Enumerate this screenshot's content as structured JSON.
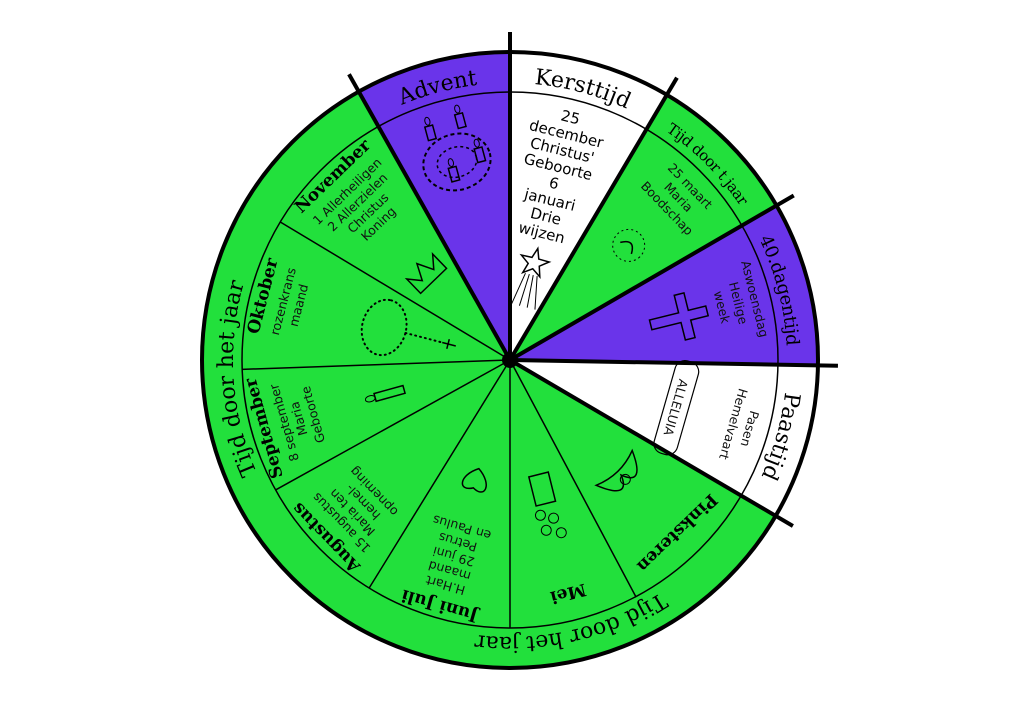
{
  "colors": {
    "green": "#22e03c",
    "purple": "#6a34ea",
    "white": "#ffffff",
    "line": "#000000"
  },
  "ring": {
    "advent": "Advent",
    "kersttijd": "Kersttijd",
    "tijd_door_t_jaar": "Tijd door t jaar",
    "veertigdagentijd": "40.dagentijd",
    "paastijd": "Paastijd",
    "tijd_door_het_jaar": "Tijd door het jaar"
  },
  "segments": {
    "kersttijd": {
      "lines": [
        "25",
        "december",
        "Christus'",
        "Geboorte",
        "6",
        "januari",
        "Drie",
        "wijzen"
      ]
    },
    "tijd_door_t_jaar": {
      "lines": [
        "25 maart",
        "Maria",
        "Boodschap"
      ]
    },
    "veertigdagentijd": {
      "lines": [
        "Aswoensdag",
        "Heilige",
        "week"
      ]
    },
    "paastijd": {
      "lines": [
        "Pasen",
        "Hemelvaart"
      ],
      "banner": "ALLELUIA"
    },
    "pinksteren": {
      "title": "Pinksteren",
      "lines": []
    },
    "mei": {
      "title": "Mei",
      "lines": []
    },
    "juni_juli": {
      "title": "Juni Juli",
      "lines": [
        "H.Hart",
        "maand",
        "29 juni",
        "Petrus",
        "en Paulus"
      ]
    },
    "augustus": {
      "title": "Augustus",
      "lines": [
        "15 augustus",
        "Maria ten",
        "hemel-",
        "opneming"
      ]
    },
    "september": {
      "title": "September",
      "lines": [
        "8 september",
        "Maria",
        "Geboorte"
      ]
    },
    "oktober": {
      "title": "Oktober",
      "lines": [
        "rozenkrans",
        "maand"
      ]
    },
    "november": {
      "title": "November",
      "lines": [
        "1 Allerheiligen",
        "2 Allerzielen",
        "Christus",
        "Koning"
      ]
    }
  }
}
